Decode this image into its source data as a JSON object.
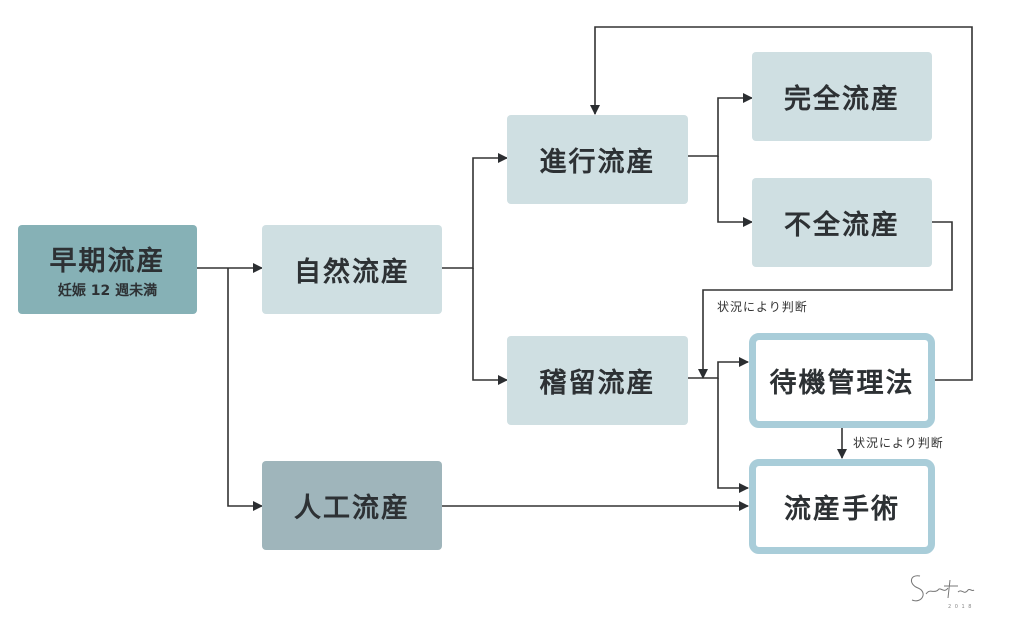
{
  "nodes": {
    "early": {
      "label": "早期流産",
      "sub": "妊娠 12 週未満"
    },
    "natural": {
      "label": "自然流産"
    },
    "artificial": {
      "label": "人工流産"
    },
    "progressive": {
      "label": "進行流産"
    },
    "missed": {
      "label": "稽留流産"
    },
    "complete": {
      "label": "完全流産"
    },
    "incomplete": {
      "label": "不全流産"
    },
    "expectant": {
      "label": "待機管理法"
    },
    "surgery": {
      "label": "流産手術"
    }
  },
  "notes": {
    "judgement_1": "状況により判断",
    "judgement_2": "状況により判断"
  },
  "colors": {
    "light_box": "#cfdfe2",
    "teal_box": "#86b1b6",
    "gray_box": "#9fb5bb",
    "outline": "#a9cdd9",
    "line": "#333333"
  },
  "signature": "Soratomo"
}
